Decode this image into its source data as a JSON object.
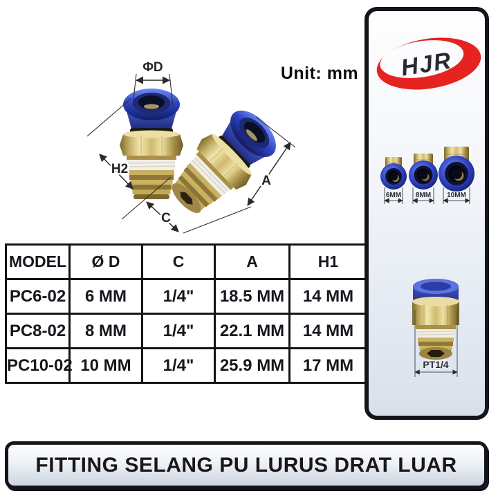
{
  "page": {
    "unit_label": "Unit: mm",
    "banner_title": "FITTING SELANG PU LURUS DRAT LUAR"
  },
  "diagram": {
    "labels": {
      "d": "ΦD",
      "h2": "H2",
      "c": "C",
      "a": "A"
    }
  },
  "spec_table": {
    "headers": [
      "MODEL",
      "Ø D",
      "C",
      "A",
      "H1"
    ],
    "rows": [
      [
        "PC6-02",
        "6 MM",
        "1/4\"",
        "18.5 MM",
        "14 MM"
      ],
      [
        "PC8-02",
        "8 MM",
        "1/4\"",
        "22.1 MM",
        "14 MM"
      ],
      [
        "PC10-02",
        "10 MM",
        "1/4\"",
        "25.9 MM",
        "17 MM"
      ]
    ]
  },
  "side_panel": {
    "brand": "HJR",
    "fitting_sizes": [
      "6MM",
      "8MM",
      "10MM"
    ],
    "thread_label": "PT1/4"
  },
  "colors": {
    "collet_blue": "#2e44c6",
    "brass": "#cdb86f",
    "logo_red": "#e52420",
    "ink": "#141414",
    "panel_gradient_end": "#d8e0eb",
    "banner_gradient_end": "#ccd5e2"
  }
}
